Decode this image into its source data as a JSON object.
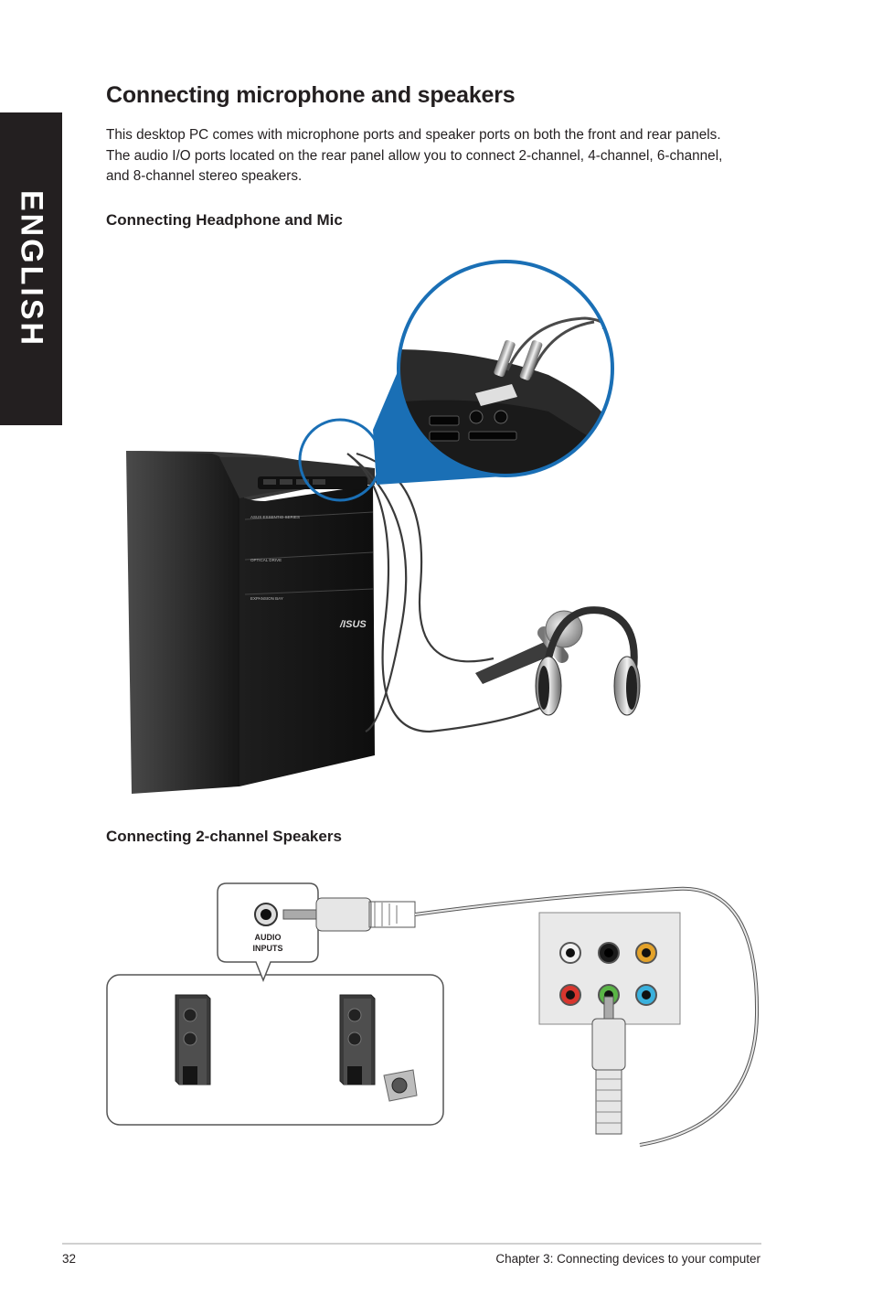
{
  "side_tab": "ENGLISH",
  "title": "Connecting microphone and speakers",
  "intro": "This desktop PC comes with microphone ports and speaker ports on both the front and rear panels. The audio I/O ports located on the rear panel allow you to connect 2-channel, 4-channel, 6-channel, and 8-channel stereo speakers.",
  "section1": "Connecting Headphone and Mic",
  "section2": "Connecting 2-channel Speakers",
  "figure1": {
    "bay_labels": [
      "ASUS ESSENTIO SERIES",
      "OPTICAL DRIVE",
      "EXPANSION BAY"
    ],
    "brand": "/ISUS"
  },
  "figure2": {
    "callout_label": [
      "AUDIO",
      "INPUTS"
    ]
  },
  "footer": {
    "page_number": "32",
    "chapter": "Chapter 3: Connecting devices to your computer"
  },
  "colors": {
    "accent_blue": "#1a6fb5",
    "dark": "#231f20"
  }
}
